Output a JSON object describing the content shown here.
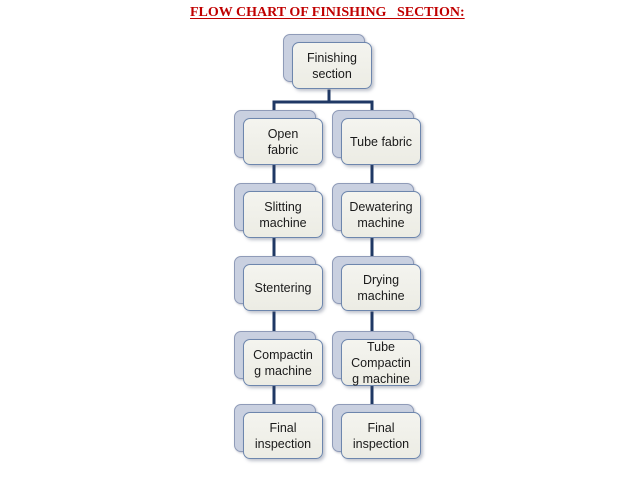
{
  "title": "FLOW CHART OF FINISHING   SECTION:",
  "colors": {
    "title": "#c00000",
    "connector": "#1f3864",
    "box_border": "#6d86ad",
    "box_fill": "#eeeee8",
    "shadow_box_fill": "#c9d0e0"
  },
  "nodes": {
    "root": "Finishing\nsection",
    "left": [
      "Open\nfabric",
      "Slitting\nmachine",
      "Stentering",
      "Compactin\ng machine",
      "Final\ninspection"
    ],
    "right": [
      "Tube fabric",
      "Dewatering\nmachine",
      "Drying\nmachine",
      "Tube\nCompactin\ng machine",
      "Final\ninspection"
    ]
  }
}
